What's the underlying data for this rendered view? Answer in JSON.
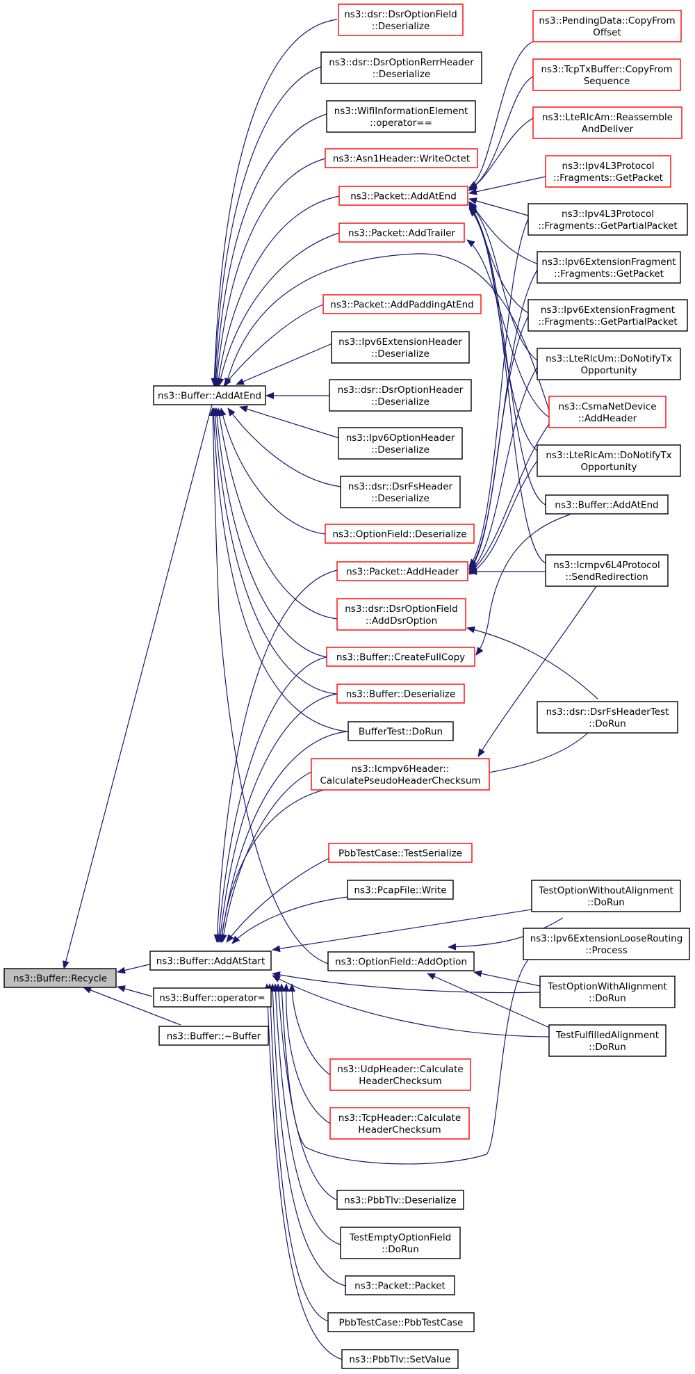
{
  "nodes": [
    {
      "id": "recycle",
      "lines": [
        "ns3::Buffer::Recycle"
      ],
      "kind": "root"
    },
    {
      "id": "addatend_b",
      "lines": [
        "ns3::Buffer::AddAtEnd"
      ],
      "kind": "black"
    },
    {
      "id": "addatstart_b",
      "lines": [
        "ns3::Buffer::AddAtStart"
      ],
      "kind": "black"
    },
    {
      "id": "operator_eq",
      "lines": [
        "ns3::Buffer::operator="
      ],
      "kind": "black"
    },
    {
      "id": "destructor",
      "lines": [
        "ns3::Buffer::~Buffer"
      ],
      "kind": "black"
    },
    {
      "id": "dsr_optfield_deser",
      "lines": [
        "ns3::dsr::DsrOptionField",
        "::Deserialize"
      ],
      "kind": "red"
    },
    {
      "id": "dsr_rerr_deser",
      "lines": [
        "ns3::dsr::DsrOptionRerrHeader",
        "::Deserialize"
      ],
      "kind": "black"
    },
    {
      "id": "wifi_infoelem",
      "lines": [
        "ns3::WifiInformationElement",
        "::operator=="
      ],
      "kind": "black"
    },
    {
      "id": "asn1_writeoctet",
      "lines": [
        "ns3::Asn1Header::WriteOctet"
      ],
      "kind": "red"
    },
    {
      "id": "packet_addatend",
      "lines": [
        "ns3::Packet::AddAtEnd"
      ],
      "kind": "red"
    },
    {
      "id": "packet_addtrailer",
      "lines": [
        "ns3::Packet::AddTrailer"
      ],
      "kind": "red"
    },
    {
      "id": "packet_addpadding",
      "lines": [
        "ns3::Packet::AddPaddingAtEnd"
      ],
      "kind": "red"
    },
    {
      "id": "ipv6ext_deser",
      "lines": [
        "ns3::Ipv6ExtensionHeader",
        "::Deserialize"
      ],
      "kind": "black"
    },
    {
      "id": "dsr_opthdr_deser",
      "lines": [
        "ns3::dsr::DsrOptionHeader",
        "::Deserialize"
      ],
      "kind": "black"
    },
    {
      "id": "ipv6opt_deser",
      "lines": [
        "ns3::Ipv6OptionHeader",
        "::Deserialize"
      ],
      "kind": "black"
    },
    {
      "id": "dsr_fshdr_deser",
      "lines": [
        "ns3::dsr::DsrFsHeader",
        "::Deserialize"
      ],
      "kind": "black"
    },
    {
      "id": "optfield_deser",
      "lines": [
        "ns3::OptionField::Deserialize"
      ],
      "kind": "red"
    },
    {
      "id": "packet_addheader",
      "lines": [
        "ns3::Packet::AddHeader"
      ],
      "kind": "red"
    },
    {
      "id": "dsr_adddsroption",
      "lines": [
        "ns3::dsr::DsrOptionField",
        "::AddDsrOption"
      ],
      "kind": "red"
    },
    {
      "id": "buffer_createfullcopy",
      "lines": [
        "ns3::Buffer::CreateFullCopy"
      ],
      "kind": "red"
    },
    {
      "id": "buffer_deserialize",
      "lines": [
        "ns3::Buffer::Deserialize"
      ],
      "kind": "red"
    },
    {
      "id": "buffertest_dorun",
      "lines": [
        "BufferTest::DoRun"
      ],
      "kind": "black"
    },
    {
      "id": "icmpv6_pseudo",
      "lines": [
        "ns3::Icmpv6Header::",
        "CalculatePseudoHeaderChecksum"
      ],
      "kind": "red"
    },
    {
      "id": "pbb_testserialize",
      "lines": [
        "PbbTestCase::TestSerialize"
      ],
      "kind": "red"
    },
    {
      "id": "pcapfile_write",
      "lines": [
        "ns3::PcapFile::Write"
      ],
      "kind": "black"
    },
    {
      "id": "optfield_addoption",
      "lines": [
        "ns3::OptionField::AddOption"
      ],
      "kind": "black"
    },
    {
      "id": "udp_checksum",
      "lines": [
        "ns3::UdpHeader::Calculate",
        "HeaderChecksum"
      ],
      "kind": "red"
    },
    {
      "id": "tcp_checksum",
      "lines": [
        "ns3::TcpHeader::Calculate",
        "HeaderChecksum"
      ],
      "kind": "red"
    },
    {
      "id": "pbbtlv_deser",
      "lines": [
        "ns3::PbbTlv::Deserialize"
      ],
      "kind": "black"
    },
    {
      "id": "testemptyopt",
      "lines": [
        "TestEmptyOptionField",
        "::DoRun"
      ],
      "kind": "black"
    },
    {
      "id": "packet_packet",
      "lines": [
        "ns3::Packet::Packet"
      ],
      "kind": "black"
    },
    {
      "id": "pbb_testcase",
      "lines": [
        "PbbTestCase::PbbTestCase"
      ],
      "kind": "black"
    },
    {
      "id": "pbbtlv_setvalue",
      "lines": [
        "ns3::PbbTlv::SetValue"
      ],
      "kind": "black"
    },
    {
      "id": "pending_copyfrom",
      "lines": [
        "ns3::PendingData::CopyFrom",
        "Offset"
      ],
      "kind": "red"
    },
    {
      "id": "tcptx_copyfrom",
      "lines": [
        "ns3::TcpTxBuffer::CopyFrom",
        "Sequence"
      ],
      "kind": "red"
    },
    {
      "id": "lterlcam_reassemble",
      "lines": [
        "ns3::LteRlcAm::Reassemble",
        "AndDeliver"
      ],
      "kind": "red"
    },
    {
      "id": "ipv4l3_getpacket",
      "lines": [
        "ns3::Ipv4L3Protocol",
        "::Fragments::GetPacket"
      ],
      "kind": "red"
    },
    {
      "id": "ipv4l3_getpartial",
      "lines": [
        "ns3::Ipv4L3Protocol",
        "::Fragments::GetPartialPacket"
      ],
      "kind": "black"
    },
    {
      "id": "ipv6frag_getpacket",
      "lines": [
        "ns3::Ipv6ExtensionFragment",
        "::Fragments::GetPacket"
      ],
      "kind": "black"
    },
    {
      "id": "ipv6frag_getpartial",
      "lines": [
        "ns3::Ipv6ExtensionFragment",
        "::Fragments::GetPartialPacket"
      ],
      "kind": "black"
    },
    {
      "id": "lterlcum_notify",
      "lines": [
        "ns3::LteRlcUm::DoNotifyTx",
        "Opportunity"
      ],
      "kind": "black"
    },
    {
      "id": "csma_addheader",
      "lines": [
        "ns3::CsmaNetDevice",
        "::AddHeader"
      ],
      "kind": "red"
    },
    {
      "id": "lterlcam_notify",
      "lines": [
        "ns3::LteRlcAm::DoNotifyTx",
        "Opportunity"
      ],
      "kind": "black"
    },
    {
      "id": "buffer_addatend_r",
      "lines": [
        "ns3::Buffer::AddAtEnd"
      ],
      "kind": "black"
    },
    {
      "id": "icmpv6l4_redirect",
      "lines": [
        "ns3::Icmpv6L4Protocol",
        "::SendRedirection"
      ],
      "kind": "black"
    },
    {
      "id": "dsrfstest_dorun",
      "lines": [
        "ns3::dsr::DsrFsHeaderTest",
        "::DoRun"
      ],
      "kind": "black"
    },
    {
      "id": "testoptwithout",
      "lines": [
        "TestOptionWithoutAlignment",
        "::DoRun"
      ],
      "kind": "black"
    },
    {
      "id": "ipv6loose_process",
      "lines": [
        "ns3::Ipv6ExtensionLooseRouting",
        "::Process"
      ],
      "kind": "black"
    },
    {
      "id": "testoptwith",
      "lines": [
        "TestOptionWithAlignment",
        "::DoRun"
      ],
      "kind": "black"
    },
    {
      "id": "testfulfilled",
      "lines": [
        "TestFulfilledAlignment",
        "::DoRun"
      ],
      "kind": "black"
    }
  ]
}
